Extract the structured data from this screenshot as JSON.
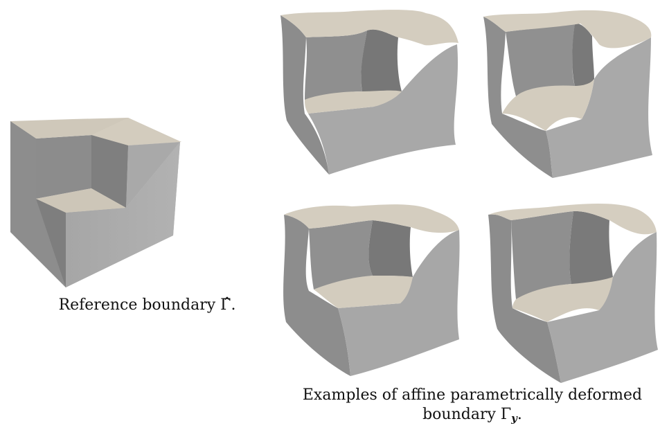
{
  "reference_caption": {
    "text": "Reference boundary",
    "symbol": "Γ̂",
    "end": "."
  },
  "examples_caption": {
    "line1": "Examples of affine parametrically deformed",
    "line2_text": "boundary",
    "symbol": "Γ",
    "subscript": "y",
    "end": "."
  }
}
